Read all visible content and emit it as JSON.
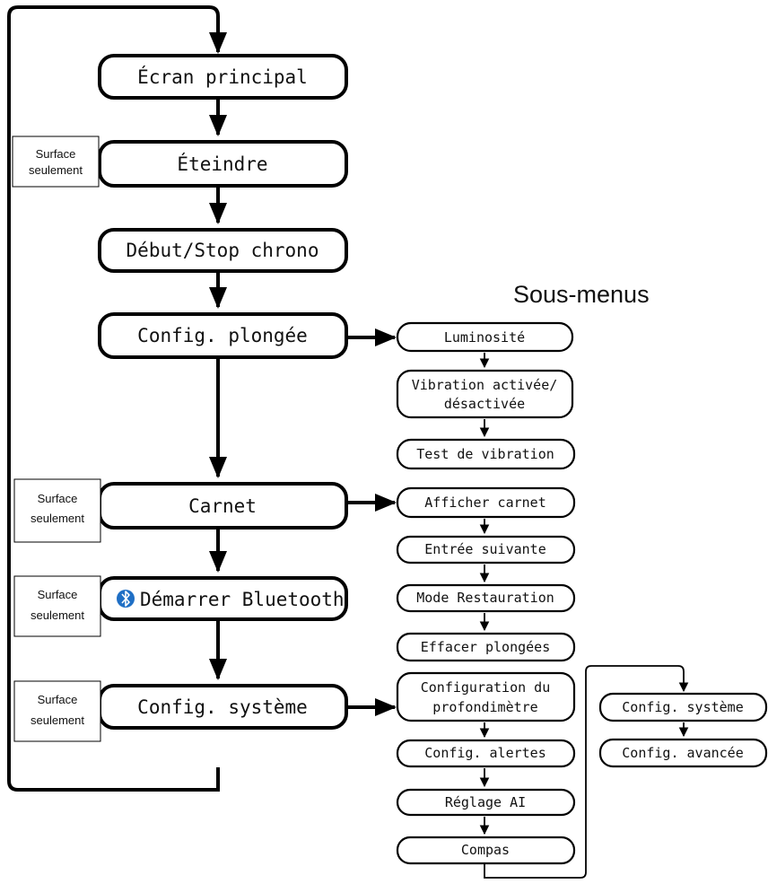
{
  "main_menu": [
    {
      "id": "ecran-principal",
      "label": "Écran principal",
      "note": "",
      "icon": ""
    },
    {
      "id": "eteindre",
      "label": "Éteindre",
      "note": "Surface seulement",
      "icon": ""
    },
    {
      "id": "debut-stop-chrono",
      "label": "Début/Stop chrono",
      "note": "",
      "icon": ""
    },
    {
      "id": "config-plongee",
      "label": "Config. plongée",
      "note": "",
      "icon": ""
    },
    {
      "id": "carnet",
      "label": "Carnet",
      "note": "Surface seulement",
      "icon": ""
    },
    {
      "id": "demarrer-bluetooth",
      "label": "Démarrer Bluetooth",
      "note": "Surface seulement",
      "icon": "bluetooth-icon"
    },
    {
      "id": "config-systeme",
      "label": "Config. système",
      "note": "Surface seulement",
      "icon": ""
    }
  ],
  "submenus_heading": "Sous-menus",
  "submenus": {
    "config-plongee": [
      "Luminosité",
      "Vibration activée/ désactivée",
      "Test de vibration"
    ],
    "carnet": [
      "Afficher carnet",
      "Entrée suivante",
      "Mode Restauration",
      "Effacer plongées"
    ],
    "config-systeme": [
      "Configuration du profondimètre",
      "Config. alertes",
      "Réglage AI",
      "Compas"
    ]
  },
  "sub_submenus": [
    "Config. système",
    "Config. avancée"
  ],
  "colors": {
    "line": "#000000",
    "box_fill": "#ffffff",
    "bluetooth": "#1f6fc5"
  }
}
